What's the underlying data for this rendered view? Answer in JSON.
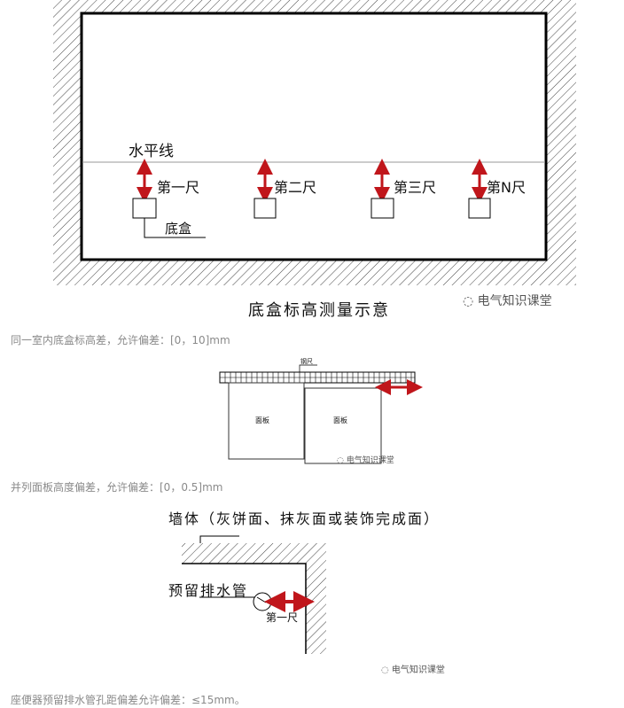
{
  "figure1": {
    "level_line_label": "水平线",
    "ruler_labels": [
      "第一尺",
      "第二尺",
      "第三尺",
      "第N尺"
    ],
    "box_label": "底盒",
    "title": "底盒标高测量示意",
    "watermark": "电气知识课堂"
  },
  "caption1": "同一室内底盒标高差，允许偏差：[0，10]mm",
  "figure2": {
    "ruler_label": "钢尺",
    "panel_labels": [
      "面板",
      "面板"
    ],
    "watermark": "电气知识课堂"
  },
  "caption2": "并列面板高度偏差，允许偏差：[0，0.5]mm",
  "figure3": {
    "wall_label": "墙体（灰饼面、抹灰面或装饰完成面）",
    "pipe_label": "预留排水管",
    "ruler_label": "第一尺",
    "watermark": "电气知识课堂"
  },
  "caption3": "座便器预留排水管孔距偏差允许偏差：≤15mm。",
  "colors": {
    "arrow": "#c0161b",
    "caption": "#8a8a8a"
  }
}
